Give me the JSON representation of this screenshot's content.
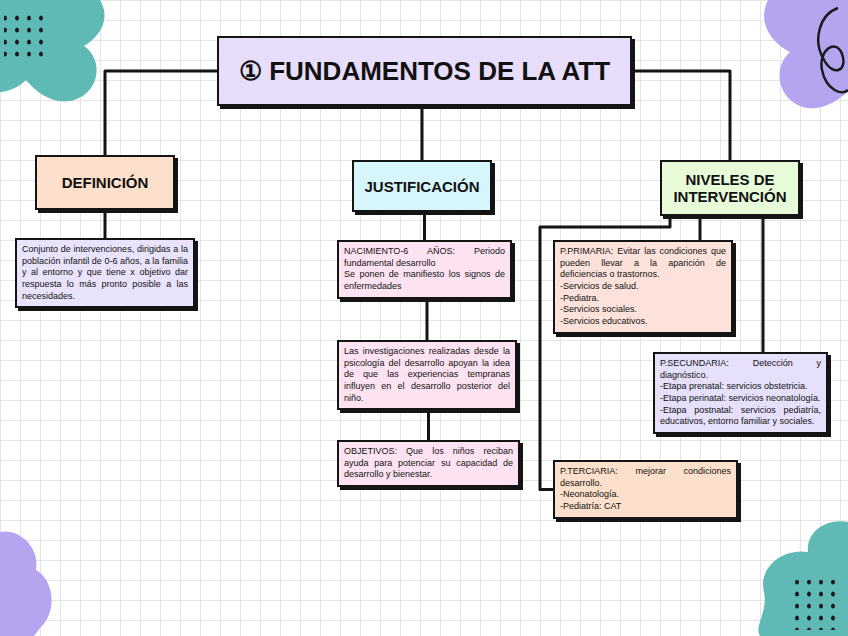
{
  "diagram": {
    "nodes": [
      {
        "text": [
          "① FUNDAMENTOS DE LA ATT"
        ]
      },
      {
        "text": [
          "DEFINICIÓN"
        ]
      },
      {
        "text": [
          "JUSTIFICACIÓN"
        ]
      },
      {
        "text": [
          "NIVELES DE INTERVENCIÓN"
        ]
      },
      {
        "text": [
          "Conjunto de intervenciones, dirigidas a la población infantil de 0-6 años, a la familia y al entorno y que tiene x objetivo dar respuesta lo más pronto posible a las necesidades."
        ]
      },
      {
        "text": [
          "NACIMIENTO-6 AÑOS: Periodo fundamental desarrollo",
          "Se ponen de manifiesto los signos de enfermedades"
        ]
      },
      {
        "text": [
          "Las investigaciones realizadas desde la psicología del desarrollo apoyan la idea de que las experiencias tempranas influyen en el desarrollo posterior del niño."
        ]
      },
      {
        "text": [
          "OBJETIVOS: Que los niños reciban ayuda para potenciar su capacidad de desarrollo y bienestar."
        ]
      },
      {
        "text": [
          "P.PRIMARIA: Evitar las condiciones que pueden llevar a la aparición de deficiencias o trastornos.",
          "-Servicios de salud.",
          "-Pediatra.",
          "-Servicios sociales.",
          "-Servicios educativos."
        ]
      },
      {
        "text": [
          "P.SECUNDARIA: Detección y diagnóstico.",
          "-Etapa prenatal: servicios obstetricia.",
          "-Etapa perinatal: servicios neonatología.",
          "-Etapa postnatal: servicios pediatría, educativos, entorno familiar y sociales."
        ]
      },
      {
        "text": [
          "P.TERCIARIA: mejorar condiciones desarrollo.",
          "-Neonatología.",
          "-Pediatría: CAT"
        ]
      }
    ],
    "edges": [
      {
        "from": 0,
        "to": 1,
        "arrow": "none"
      },
      {
        "from": 0,
        "to": 2,
        "arrow": "none"
      },
      {
        "from": 0,
        "to": 3,
        "arrow": "none"
      },
      {
        "from": 1,
        "to": 4,
        "arrow": "none"
      },
      {
        "from": 2,
        "to": 5,
        "arrow": "none"
      },
      {
        "from": 5,
        "to": 6,
        "arrow": "none"
      },
      {
        "from": 6,
        "to": 7,
        "arrow": "none"
      },
      {
        "from": 3,
        "to": 8,
        "arrow": "none"
      },
      {
        "from": 3,
        "to": 9,
        "arrow": "none"
      },
      {
        "from": 3,
        "to": 10,
        "arrow": "none"
      }
    ]
  }
}
